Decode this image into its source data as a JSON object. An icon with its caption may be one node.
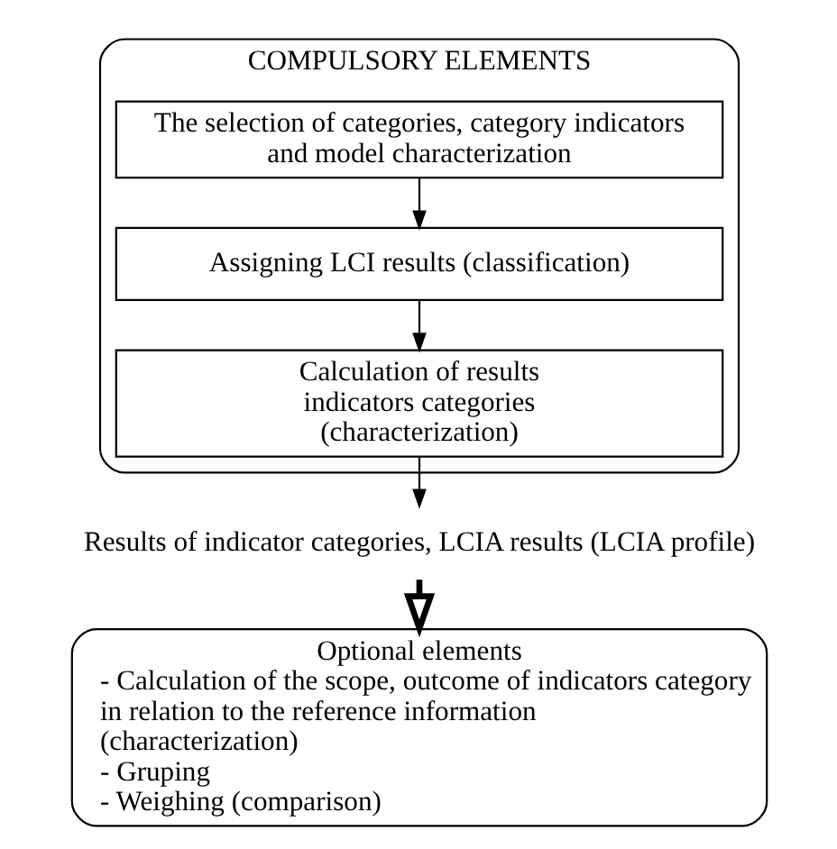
{
  "diagram": {
    "nodes": [
      {
        "text": [
          "COMPULSORY ELEMENTS"
        ]
      },
      {
        "text": [
          "The selection of categories, category indicators and model characterization"
        ],
        "in": 0
      },
      {
        "text": [
          "Assigning LCI results (classification)"
        ],
        "in": 0
      },
      {
        "text": [
          "Calculation of results indicators categories (characterization)"
        ],
        "in": 0
      },
      {
        "text": [
          "Results of indicator categories, LCIA results (LCIA profile)"
        ]
      },
      {
        "text": [
          "Optional elements",
          "- Calculation of the scope, outcome of indicators category in relation to the reference information (characterization)",
          "- Gruping",
          "- Weighing (comparison)"
        ]
      }
    ],
    "edges": [
      {
        "from": 1,
        "to": 2,
        "arrow": "to"
      },
      {
        "from": 2,
        "to": 3,
        "arrow": "to"
      },
      {
        "from": 3,
        "to": 4,
        "arrow": "to"
      },
      {
        "from": 4,
        "to": 5,
        "arrow": "to",
        "style": "thick"
      }
    ]
  }
}
